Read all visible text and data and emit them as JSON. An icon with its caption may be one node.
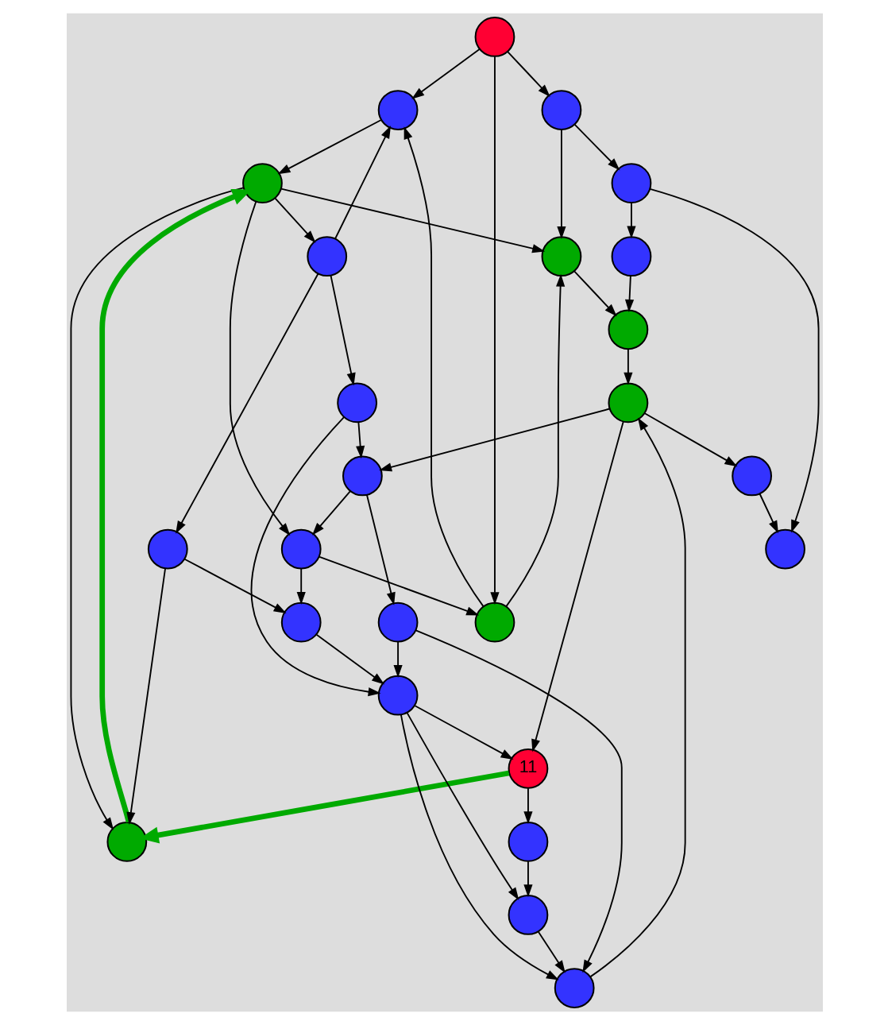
{
  "diagram": {
    "nodes": [
      {
        "text": [],
        "shape": "circle"
      },
      {
        "text": [],
        "shape": "circle"
      },
      {
        "text": [],
        "shape": "circle"
      },
      {
        "text": [],
        "shape": "circle"
      },
      {
        "text": [],
        "shape": "circle"
      },
      {
        "text": [],
        "shape": "circle"
      },
      {
        "text": [],
        "shape": "circle"
      },
      {
        "text": [],
        "shape": "circle"
      },
      {
        "text": [],
        "shape": "circle"
      },
      {
        "text": [],
        "shape": "circle"
      },
      {
        "text": [],
        "shape": "circle"
      },
      {
        "text": [],
        "shape": "circle"
      },
      {
        "text": [],
        "shape": "circle"
      },
      {
        "text": [],
        "shape": "circle"
      },
      {
        "text": [],
        "shape": "circle"
      },
      {
        "text": [
          "11"
        ]
      },
      {
        "text": [],
        "shape": "circle"
      },
      {
        "text": [],
        "shape": "circle"
      },
      {
        "text": [],
        "shape": "circle"
      },
      {
        "text": [],
        "shape": "circle"
      },
      {
        "text": [],
        "shape": "circle"
      },
      {
        "text": [],
        "shape": "circle"
      },
      {
        "text": [],
        "shape": "circle"
      },
      {
        "text": [],
        "shape": "circle"
      },
      {
        "text": [],
        "shape": "circle"
      }
    ],
    "edges": [
      {
        "from": 0,
        "to": 1,
        "arrow": "to"
      },
      {
        "from": 0,
        "to": 3,
        "arrow": "to"
      },
      {
        "from": 0,
        "to": 2,
        "arrow": "to"
      },
      {
        "from": 3,
        "to": 1,
        "arrow": "to"
      },
      {
        "from": 3,
        "to": 5,
        "arrow": "to"
      },
      {
        "from": 1,
        "to": 4,
        "arrow": "to"
      },
      {
        "from": 2,
        "to": 5,
        "arrow": "to"
      },
      {
        "from": 2,
        "to": 7,
        "arrow": "to"
      },
      {
        "from": 4,
        "to": 5,
        "arrow": "to"
      },
      {
        "from": 6,
        "to": 3,
        "arrow": "to"
      },
      {
        "from": 4,
        "to": 6,
        "arrow": "to"
      },
      {
        "from": 4,
        "to": 8,
        "arrow": "to"
      },
      {
        "from": 4,
        "to": 9,
        "arrow": "to"
      },
      {
        "from": 9,
        "to": 4,
        "arrow": "to",
        "style": "thick",
        "color": "#00aa00"
      },
      {
        "from": 5,
        "to": 10,
        "arrow": "to"
      },
      {
        "from": 8,
        "to": 1,
        "arrow": "to"
      },
      {
        "from": 7,
        "to": 11,
        "arrow": "to"
      },
      {
        "from": 7,
        "to": 16,
        "arrow": "to"
      },
      {
        "from": 11,
        "to": 10,
        "arrow": "to"
      },
      {
        "from": 8,
        "to": 12,
        "arrow": "to"
      },
      {
        "from": 8,
        "to": 14,
        "arrow": "to"
      },
      {
        "from": 12,
        "to": 13,
        "arrow": "to"
      },
      {
        "from": 12,
        "to": 21,
        "arrow": "to"
      },
      {
        "from": 14,
        "to": 9,
        "arrow": "to"
      },
      {
        "from": 14,
        "to": 22,
        "arrow": "to"
      },
      {
        "from": 6,
        "to": 22,
        "arrow": "to"
      },
      {
        "from": 13,
        "to": 6,
        "arrow": "to"
      },
      {
        "from": 13,
        "to": 20,
        "arrow": "to"
      },
      {
        "from": 17,
        "to": 13,
        "arrow": "to"
      },
      {
        "from": 10,
        "to": 17,
        "arrow": "to"
      },
      {
        "from": 17,
        "to": 15,
        "arrow": "to"
      },
      {
        "from": 15,
        "to": 9,
        "arrow": "to",
        "style": "thick",
        "color": "#00aa00"
      },
      {
        "from": 15,
        "to": 19,
        "arrow": "to"
      },
      {
        "from": 17,
        "to": 18,
        "arrow": "to"
      },
      {
        "from": 18,
        "to": 16,
        "arrow": "to"
      },
      {
        "from": 20,
        "to": 21,
        "arrow": "to"
      },
      {
        "from": 21,
        "to": 15,
        "arrow": "to"
      },
      {
        "from": 20,
        "to": 23,
        "arrow": "to"
      },
      {
        "from": 21,
        "to": 23,
        "arrow": "to"
      },
      {
        "from": 21,
        "to": 24,
        "arrow": "to"
      },
      {
        "from": 22,
        "to": 21,
        "arrow": "to"
      },
      {
        "from": 19,
        "to": 24,
        "arrow": "to"
      },
      {
        "from": 24,
        "to": 23,
        "arrow": "to"
      },
      {
        "from": 23,
        "to": 17,
        "arrow": "to"
      }
    ]
  }
}
